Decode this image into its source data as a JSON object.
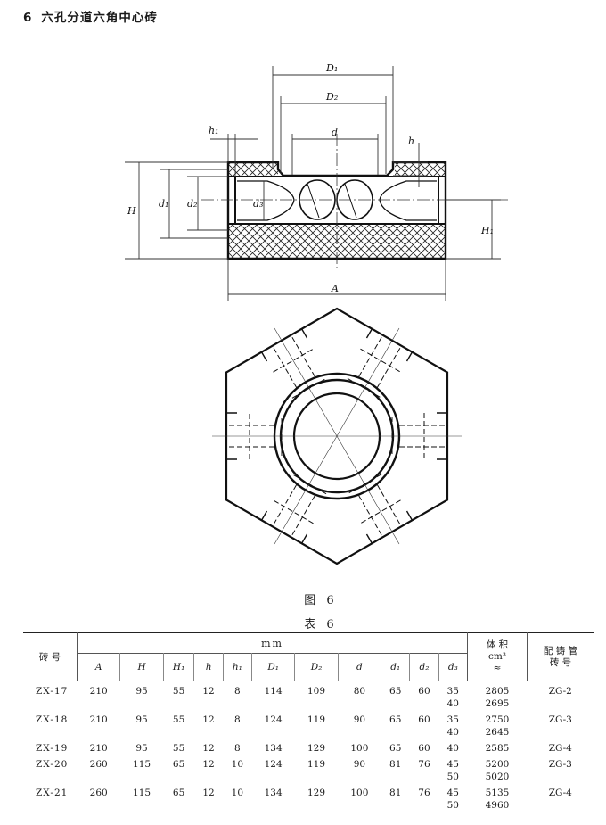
{
  "header": {
    "number": "6",
    "title": "六孔分道六角中心砖"
  },
  "figure": {
    "caption": "图 6",
    "dim_labels": {
      "D1": "D₁",
      "D2": "D₂",
      "d": "d",
      "h1": "h₁",
      "h": "h",
      "H": "H",
      "d1": "d₁",
      "d2": "d₂",
      "d3": "d₃",
      "H1": "H₁",
      "A": "A"
    }
  },
  "table": {
    "caption": "表 6",
    "col_code": "砖 号",
    "unit_group": "mm",
    "col_volume": [
      "体 积",
      "cm³",
      "≈"
    ],
    "col_pipe": [
      "配 铸 管",
      "砖 号"
    ],
    "sub_headers": [
      "A",
      "H",
      "H₁",
      "h",
      "h₁",
      "D₁",
      "D₂",
      "d",
      "d₁",
      "d₂",
      "d₃"
    ],
    "rows": [
      {
        "code": "ZX-17",
        "A": "210",
        "H": "95",
        "H1": "55",
        "h": "12",
        "h1": "8",
        "D1": "114",
        "D2": "109",
        "d": "80",
        "d1": "65",
        "d2": "60",
        "d3": [
          "35",
          "40"
        ],
        "vol": [
          "2805",
          "2695"
        ],
        "pipe": "ZG-2"
      },
      {
        "code": "ZX-18",
        "A": "210",
        "H": "95",
        "H1": "55",
        "h": "12",
        "h1": "8",
        "D1": "124",
        "D2": "119",
        "d": "90",
        "d1": "65",
        "d2": "60",
        "d3": [
          "35",
          "40"
        ],
        "vol": [
          "2750",
          "2645"
        ],
        "pipe": "ZG-3"
      },
      {
        "code": "ZX-19",
        "A": "210",
        "H": "95",
        "H1": "55",
        "h": "12",
        "h1": "8",
        "D1": "134",
        "D2": "129",
        "d": "100",
        "d1": "65",
        "d2": "60",
        "d3": [
          "40"
        ],
        "vol": [
          "2585"
        ],
        "pipe": "ZG-4"
      },
      {
        "code": "ZX-20",
        "A": "260",
        "H": "115",
        "H1": "65",
        "h": "12",
        "h1": "10",
        "D1": "124",
        "D2": "119",
        "d": "90",
        "d1": "81",
        "d2": "76",
        "d3": [
          "45",
          "50"
        ],
        "vol": [
          "5200",
          "5020"
        ],
        "pipe": "ZG-3"
      },
      {
        "code": "ZX-21",
        "A": "260",
        "H": "115",
        "H1": "65",
        "h": "12",
        "h1": "10",
        "D1": "134",
        "D2": "129",
        "d": "100",
        "d1": "81",
        "d2": "76",
        "d3": [
          "45",
          "50"
        ],
        "vol": [
          "5135",
          "4960"
        ],
        "pipe": "ZG-4"
      }
    ]
  }
}
